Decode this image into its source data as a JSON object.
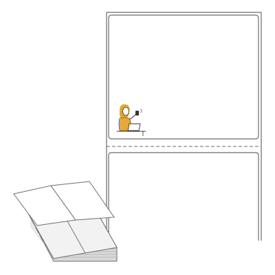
{
  "product": {
    "type": "fanfold-label-sheet",
    "label_rows_visible": 2,
    "perforation": "dashed-tear-line",
    "sample_illustration": "person-working-at-laptop",
    "colors": {
      "outline": "#6b6b6b",
      "paper": "#ffffff",
      "stack_shadow": "#d9d9d9",
      "hair": "#e3a82b",
      "jacket": "#e8a93a",
      "ink": "#333333"
    }
  },
  "icons": [
    "label-sheet-icon",
    "fanfold-stack-icon",
    "perforation-line-icon",
    "person-laptop-icon"
  ]
}
